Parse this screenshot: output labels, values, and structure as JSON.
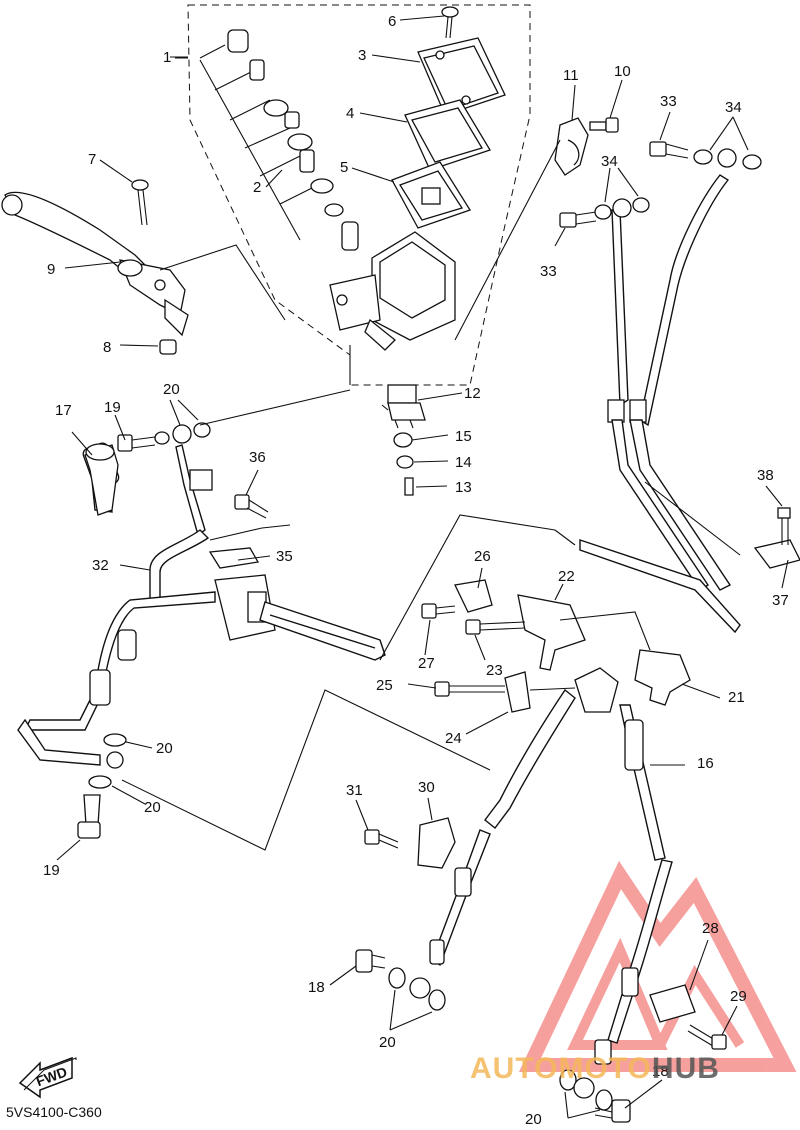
{
  "diagram": {
    "code": "5VS4100-C360",
    "fwd_label": "FWD"
  },
  "callouts": [
    "1",
    "2",
    "3",
    "4",
    "5",
    "6",
    "7",
    "8",
    "9",
    "10",
    "11",
    "12",
    "13",
    "14",
    "15",
    "16",
    "17",
    "18",
    "19",
    "20",
    "21",
    "22",
    "23",
    "24",
    "25",
    "26",
    "27",
    "28",
    "29",
    "30",
    "31",
    "32",
    "33",
    "34",
    "35",
    "36",
    "37",
    "38"
  ],
  "watermark": {
    "part1": "AUTO",
    "part2": "MOTO",
    "part3": "HUB",
    "colors": {
      "auto": "#f4b85a",
      "moto": "#f4b85a",
      "hub": "#555555",
      "triangle": "#ef5350"
    }
  }
}
